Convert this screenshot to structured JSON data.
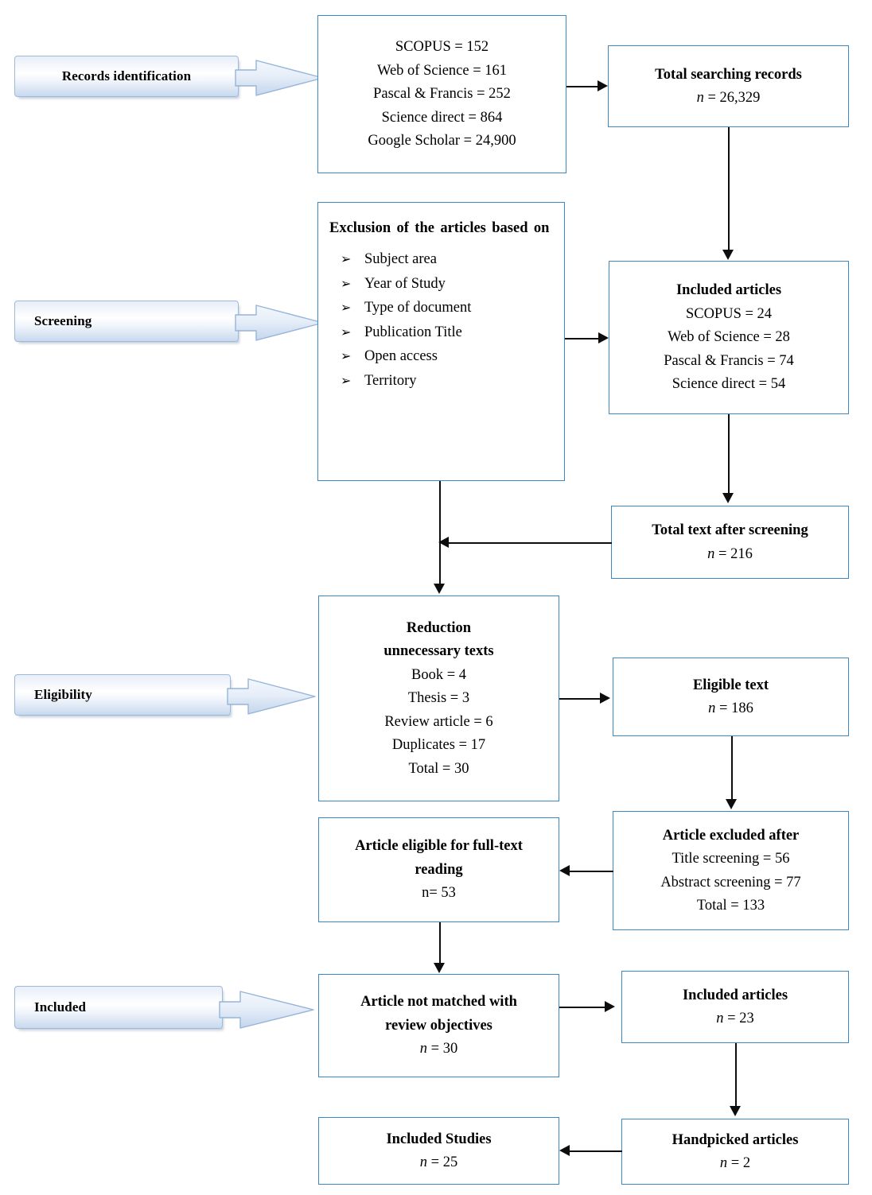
{
  "diagram": {
    "title": "PRISMA study selection flow diagram",
    "accent_border": "#3d87c3",
    "banner_gradient_top": "#e8eef8",
    "banner_gradient_bottom": "#c9d9ee",
    "connector_color": "#0d0d0d"
  },
  "stages": [
    {
      "label": "Records identification",
      "align": "center"
    },
    {
      "label": "Screening",
      "align": "left"
    },
    {
      "label": "Eligibility",
      "align": "left"
    },
    {
      "label": "Included",
      "align": "left"
    }
  ],
  "boxes": {
    "sources": {
      "lines": [
        "SCOPUS = 152",
        "Web of Science = 161",
        "Pascal & Francis = 252",
        "Science direct = 864",
        "Google Scholar = 24,900"
      ]
    },
    "total_searching_records": {
      "title": "Total searching records",
      "count_label": "n",
      "count_value": "= 26,329"
    },
    "exclusion": {
      "heading": "Exclusion of the articles based on",
      "bullet": "➢",
      "items": [
        "Subject area",
        "Year of Study",
        "Type of document",
        "Publication Title",
        "Open access",
        "Territory"
      ]
    },
    "included_articles_screening": {
      "title": "Included articles",
      "lines": [
        "SCOPUS = 24",
        "Web of Science = 28",
        "Pascal & Francis = 74",
        "Science direct = 54"
      ]
    },
    "total_text_after_screening": {
      "title": "Total text after screening",
      "count_label": "n",
      "count_value": "= 216"
    },
    "reduction": {
      "title_line1": "Reduction",
      "title_line2": "unnecessary texts",
      "lines": [
        "Book = 4",
        "Thesis = 3",
        "Review article = 6",
        "Duplicates = 17",
        "Total = 30"
      ]
    },
    "eligible_text": {
      "title": "Eligible text",
      "count_label": "n",
      "count_value": "= 186"
    },
    "article_eligible_fulltext": {
      "title_line1": "Article eligible for full-text",
      "title_line2": "reading",
      "count_text": "n= 53"
    },
    "article_excluded_after": {
      "title": "Article excluded after",
      "lines": [
        "Title screening = 56",
        "Abstract screening = 77",
        "Total = 133"
      ]
    },
    "article_not_matched": {
      "title_line1": "Article not matched with",
      "title_line2": "review objectives",
      "count_label": "n",
      "count_value": "= 30"
    },
    "included_articles_final": {
      "title": "Included articles",
      "count_label": "n",
      "count_value": "= 23"
    },
    "handpicked_articles": {
      "title": "Handpicked articles",
      "count_label": "n",
      "count_value": "= 2"
    },
    "included_studies": {
      "title": "Included Studies",
      "count_label": "n",
      "count_value": "= 25"
    }
  }
}
